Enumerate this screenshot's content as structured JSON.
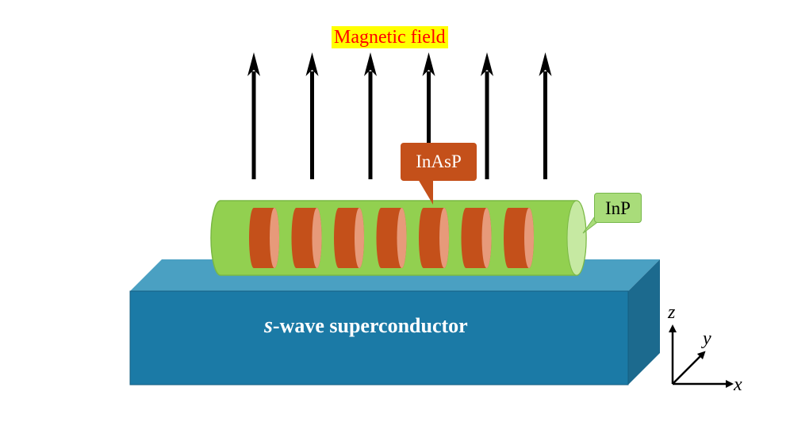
{
  "diagram": {
    "title": "Magnetic field",
    "nanowire_core_label": "InAsP",
    "nanowire_shell_label": "InP",
    "substrate_label_prefix": "s",
    "substrate_label_rest": "-wave superconductor",
    "axes": {
      "x": "x",
      "y": "y",
      "z": "z"
    },
    "field_arrow_count": 6,
    "segment_count": 7,
    "colors": {
      "title_text": "#ff0000",
      "title_highlight": "#ffff00",
      "substrate_front": "#1b7aa6",
      "substrate_top": "#4aa0c2",
      "substrate_side": "#1c6a8e",
      "nanowire_shell": "#92d050",
      "inasp_segment": "#c4501a",
      "arrow": "#000000"
    }
  }
}
